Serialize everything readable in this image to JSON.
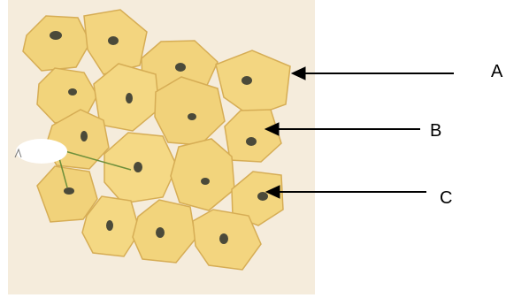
{
  "labels": {
    "a": "A",
    "b": "B",
    "c": "C"
  },
  "colors": {
    "background_panel": "#f4ead9",
    "cell_fill": "#f2d47c",
    "cell_stroke": "#dcb45a",
    "nucleus_fill": "#4b4a3a",
    "arrow": "#000000",
    "pointer_line": "#6d8f3a",
    "blank_label": "#ffffff"
  },
  "icons": {
    "arrow_head": "left-arrow-icon",
    "blank_callout": "blank-label-oval"
  }
}
